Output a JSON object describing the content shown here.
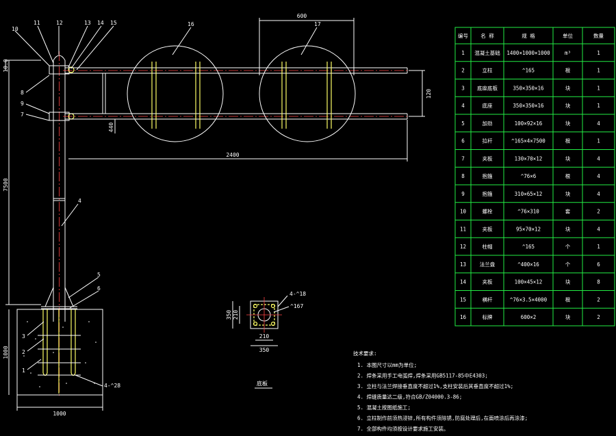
{
  "drawing": {
    "leader_labels": [
      {
        "text": "10"
      },
      {
        "text": "11"
      },
      {
        "text": "12"
      },
      {
        "text": "13"
      },
      {
        "text": "14"
      },
      {
        "text": "15"
      },
      {
        "text": "16"
      },
      {
        "text": "17"
      },
      {
        "text": "8"
      },
      {
        "text": "9"
      },
      {
        "text": "7"
      },
      {
        "text": "4"
      },
      {
        "text": "5"
      },
      {
        "text": "6"
      },
      {
        "text": "3"
      },
      {
        "text": "2"
      },
      {
        "text": "1"
      },
      {
        "text": "4-^28"
      }
    ],
    "dimensions": {
      "top_circle_width": "600",
      "arm_span": "2400",
      "arm_gap": "120",
      "arm_offset": "440",
      "top_offset": "10.0",
      "pole_height": "7500",
      "base_height": "1000",
      "base_width": "1000"
    },
    "base_plate_detail": {
      "label_holes": "4-^18",
      "label_pipe": "^167",
      "dim_width": "350",
      "dim_height": "350",
      "dim_inner_w": "210",
      "dim_inner_h": "210",
      "caption": "底板"
    }
  },
  "bom_table": {
    "headers": [
      "编号",
      "名 称",
      "规 格",
      "单位",
      "数量"
    ],
    "rows": [
      [
        "1",
        "混凝土基础",
        "1400×1000×1000",
        "m³",
        "1"
      ],
      [
        "2",
        "立柱",
        "^165",
        "根",
        "1"
      ],
      [
        "3",
        "底座底板",
        "350×350×16",
        "块",
        "1"
      ],
      [
        "4",
        "底座",
        "350×350×16",
        "块",
        "1"
      ],
      [
        "5",
        "加劲",
        "100×92×16",
        "块",
        "4"
      ],
      [
        "6",
        "拉杆",
        "^165×4×7500",
        "根",
        "1"
      ],
      [
        "7",
        "夹板",
        "130×70×12",
        "块",
        "4"
      ],
      [
        "8",
        "抱箍",
        "^76×6",
        "根",
        "4"
      ],
      [
        "9",
        "抱箍",
        "310×65×12",
        "块",
        "4"
      ],
      [
        "10",
        "螺栓",
        "^76×310",
        "套",
        "2"
      ],
      [
        "11",
        "夹板",
        "95×70×12",
        "块",
        "4"
      ],
      [
        "12",
        "柱帽",
        "^165",
        "个",
        "1"
      ],
      [
        "13",
        "法兰盘",
        "^400×16",
        "个",
        "6"
      ],
      [
        "14",
        "夹板",
        "100×45×12",
        "块",
        "8"
      ],
      [
        "15",
        "横杆",
        "^76×3.5×4000",
        "根",
        "2"
      ],
      [
        "16",
        "标牌",
        "600×2",
        "块",
        "2"
      ]
    ]
  },
  "notes": {
    "title": "技术要求:",
    "items": [
      "1. 本图尺寸以mm为单位;",
      "2. 焊条采用手工电弧焊,焊条采用GB5117-85中E4303;",
      "3. 立柱与法兰焊接垂直度不超过1%,支柱安装后其垂直度不超过1%;",
      "4. 焊缝质量达二级,符合GB/Z04000.3-86;",
      "5. 混凝土按图纸施工;",
      "6. 立柱制作前须热浸锌,所有构件须除锈,防腐处理后,在面喷涂后再涂漆;",
      "7. 全部构件均须按设计要求施工安装。"
    ]
  }
}
